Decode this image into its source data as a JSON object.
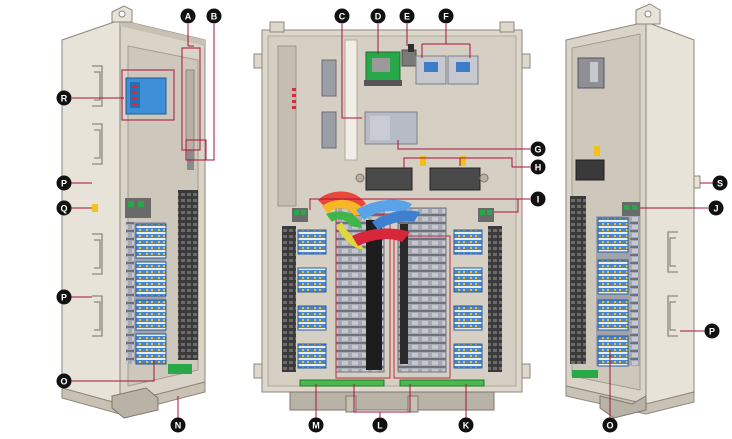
{
  "callouts": [
    {
      "id": "A",
      "letter": "A"
    },
    {
      "id": "B",
      "letter": "B"
    },
    {
      "id": "C",
      "letter": "C"
    },
    {
      "id": "D",
      "letter": "D"
    },
    {
      "id": "E",
      "letter": "E"
    },
    {
      "id": "F",
      "letter": "F"
    },
    {
      "id": "G",
      "letter": "G"
    },
    {
      "id": "H",
      "letter": "H"
    },
    {
      "id": "I",
      "letter": "I"
    },
    {
      "id": "J",
      "letter": "J"
    },
    {
      "id": "K",
      "letter": "K"
    },
    {
      "id": "L",
      "letter": "L"
    },
    {
      "id": "M",
      "letter": "M"
    },
    {
      "id": "N",
      "letter": "N"
    },
    {
      "id": "O1",
      "letter": "O"
    },
    {
      "id": "O2",
      "letter": "O"
    },
    {
      "id": "P1",
      "letter": "P"
    },
    {
      "id": "P2",
      "letter": "P"
    },
    {
      "id": "P3",
      "letter": "P"
    },
    {
      "id": "Q",
      "letter": "Q"
    },
    {
      "id": "R",
      "letter": "R"
    },
    {
      "id": "S",
      "letter": "S"
    }
  ],
  "colors": {
    "leader": "#a8123a",
    "cabinet": "#ddd7cc",
    "cabinet_dark": "#c9c2b4",
    "cabinet_edge": "#8d877c",
    "module_blue": "#3f7fc8",
    "splitter": "#3d8fd8",
    "yellow": "#f2c21b",
    "green": "#29a84a"
  }
}
